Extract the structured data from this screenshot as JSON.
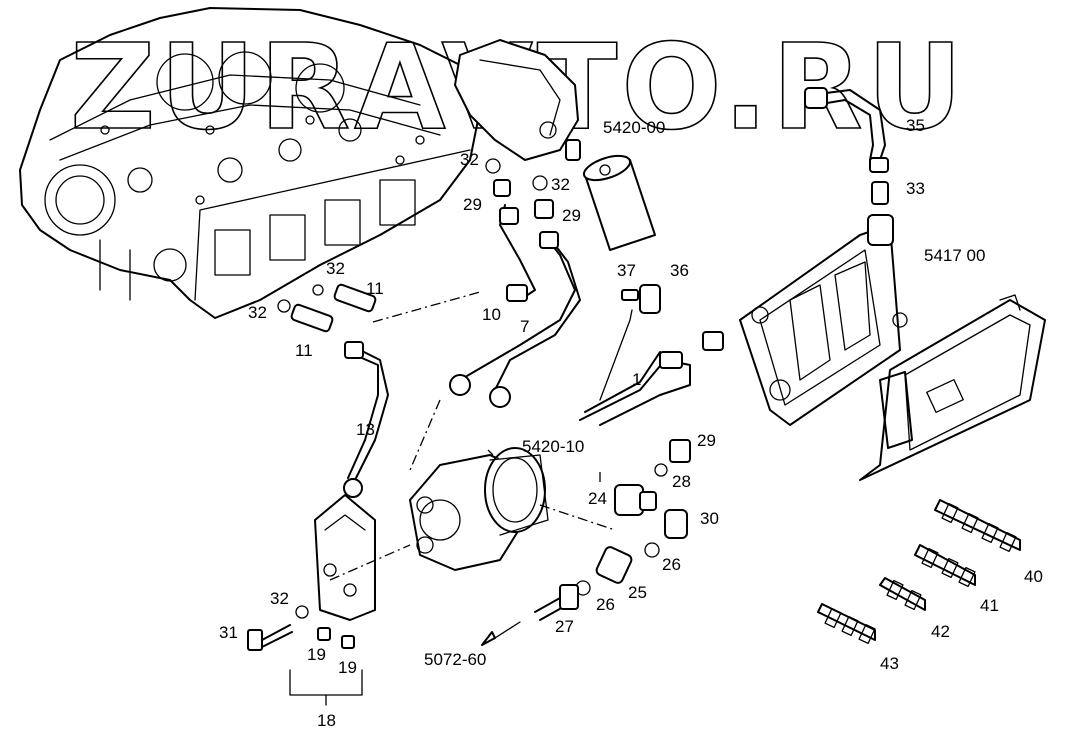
{
  "watermark": "ZURAVTO.RU",
  "callouts": [
    {
      "key": "c1",
      "text": "5420-00"
    },
    {
      "key": "c2",
      "text": "35"
    },
    {
      "key": "c3",
      "text": "32"
    },
    {
      "key": "c4",
      "text": "32"
    },
    {
      "key": "c5",
      "text": "33"
    },
    {
      "key": "c6",
      "text": "29"
    },
    {
      "key": "c7",
      "text": "29"
    },
    {
      "key": "c8",
      "text": "5417 00"
    },
    {
      "key": "c9",
      "text": "32"
    },
    {
      "key": "c10",
      "text": "11"
    },
    {
      "key": "c11",
      "text": "37"
    },
    {
      "key": "c12",
      "text": "36"
    },
    {
      "key": "c13",
      "text": "32"
    },
    {
      "key": "c14",
      "text": "10"
    },
    {
      "key": "c15",
      "text": "7"
    },
    {
      "key": "c16",
      "text": "11"
    },
    {
      "key": "c17",
      "text": "1"
    },
    {
      "key": "c18",
      "text": "13"
    },
    {
      "key": "c19",
      "text": "5420-10"
    },
    {
      "key": "c20",
      "text": "29"
    },
    {
      "key": "c21",
      "text": "28"
    },
    {
      "key": "c22",
      "text": "24"
    },
    {
      "key": "c23",
      "text": "30"
    },
    {
      "key": "c24",
      "text": "26"
    },
    {
      "key": "c25",
      "text": "25"
    },
    {
      "key": "c26",
      "text": "26"
    },
    {
      "key": "c27",
      "text": "40"
    },
    {
      "key": "c28",
      "text": "32"
    },
    {
      "key": "c29",
      "text": "41"
    },
    {
      "key": "c30",
      "text": "27"
    },
    {
      "key": "c31",
      "text": "42"
    },
    {
      "key": "c32",
      "text": "31"
    },
    {
      "key": "c33",
      "text": "19"
    },
    {
      "key": "c34",
      "text": "19"
    },
    {
      "key": "c35",
      "text": "5072-60"
    },
    {
      "key": "c36",
      "text": "43"
    },
    {
      "key": "c37",
      "text": "18"
    }
  ]
}
